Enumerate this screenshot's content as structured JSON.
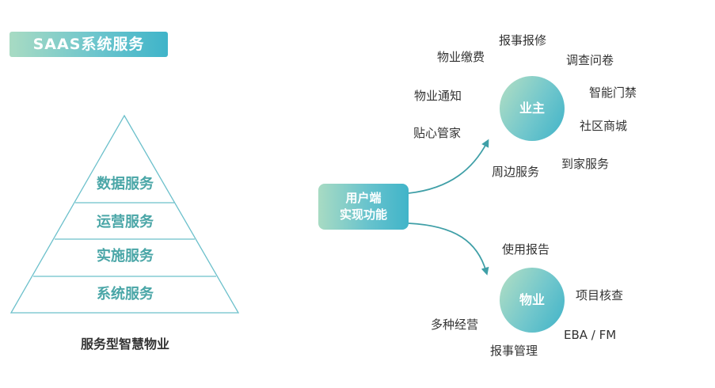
{
  "badge": "SAAS系统服务",
  "pyramid": {
    "layers": [
      "数据服务",
      "运营服务",
      "实施服务",
      "系统服务"
    ],
    "caption": "服务型智慧物业"
  },
  "center": {
    "line1": "用户端",
    "line2": "实现功能"
  },
  "owner": {
    "label": "业主",
    "features": [
      "报事报修",
      "物业缴费",
      "调查问卷",
      "物业通知",
      "智能门禁",
      "贴心管家",
      "社区商城",
      "周边服务",
      "到家服务"
    ]
  },
  "property": {
    "label": "物业",
    "features": [
      "使用报告",
      "项目核查",
      "多种经营",
      "EBA / FM",
      "报事管理"
    ]
  },
  "colors": {
    "accent": "#4aa6a7",
    "gradient_start": "#a8dbc3",
    "gradient_end": "#3fb4c9"
  }
}
